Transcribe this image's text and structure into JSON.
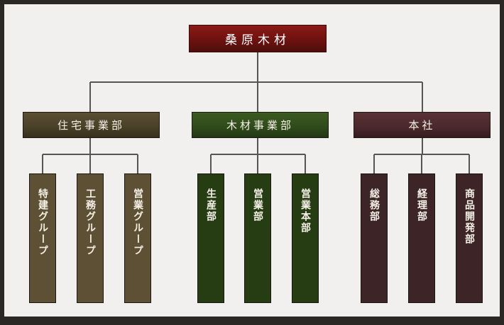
{
  "root": {
    "label": "桑原木材"
  },
  "divisions": [
    {
      "label": "住宅事業部",
      "units": [
        "特建グループ",
        "工務グループ",
        "営業グループ"
      ]
    },
    {
      "label": "木材事業部",
      "units": [
        "生産部",
        "営業部",
        "営業本部"
      ]
    },
    {
      "label": "本社",
      "units": [
        "総務部",
        "経理部",
        "商品開発部"
      ]
    }
  ],
  "colors": {
    "root": "#6d1210",
    "housing": "#4a4028",
    "timber": "#2f4a1a",
    "hq": "#4a282b",
    "connector": "#555555"
  }
}
